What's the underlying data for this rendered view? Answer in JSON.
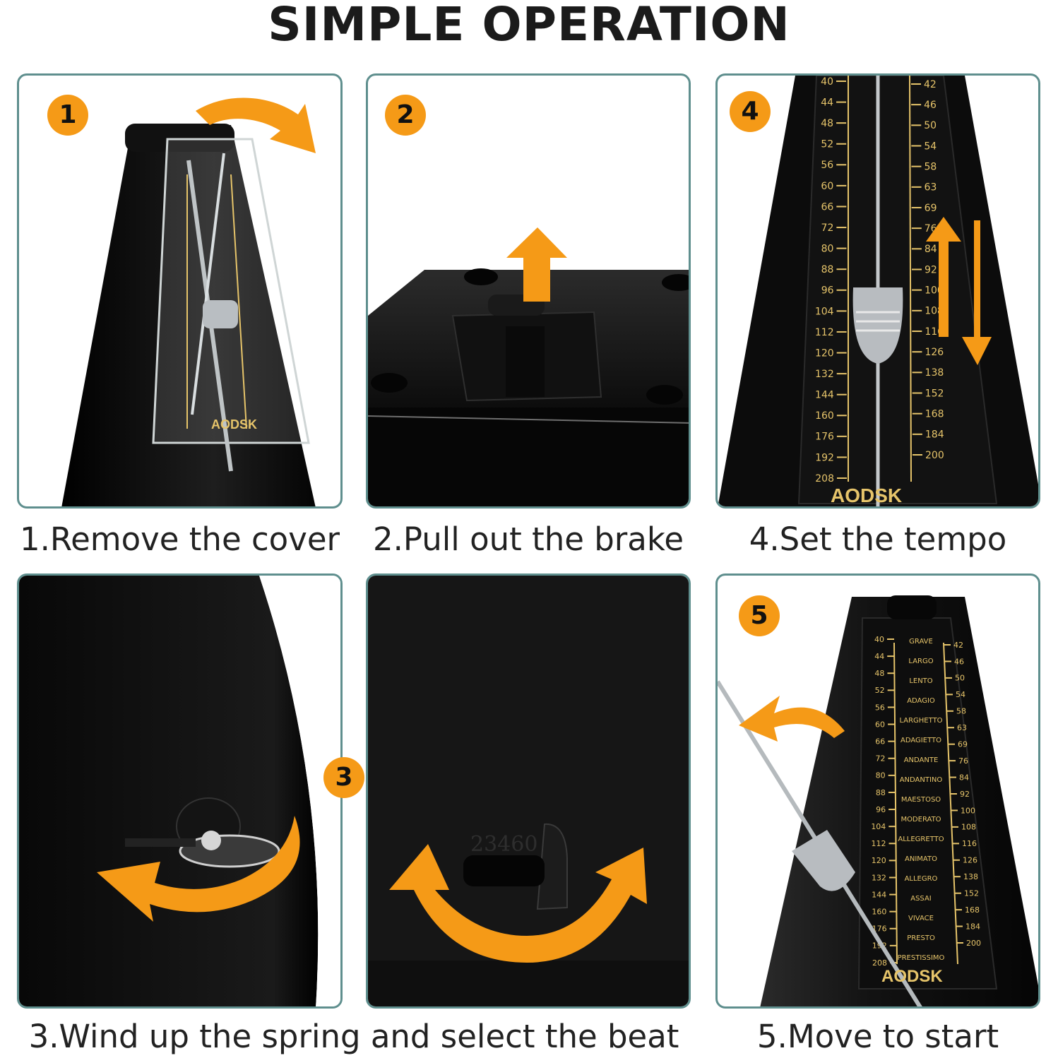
{
  "title": "SIMPLE OPERATION",
  "steps": {
    "s1": {
      "badge": "1",
      "caption": "1.Remove the cover"
    },
    "s2": {
      "badge": "2",
      "caption": "2.Pull out the brake"
    },
    "s3": {
      "badge": "3",
      "caption": "3.Wind up the spring and select the beat"
    },
    "s4": {
      "badge": "4",
      "caption": "4.Set the tempo"
    },
    "s5": {
      "badge": "5",
      "caption": "5.Move to start"
    }
  },
  "brand": "AODSK",
  "dial_mark": "23460",
  "scale": {
    "left_ticks": [
      "40",
      "44",
      "48",
      "52",
      "56",
      "60",
      "66",
      "72",
      "80",
      "88",
      "96",
      "104",
      "112",
      "120",
      "132",
      "144",
      "160",
      "176",
      "192",
      "208"
    ],
    "right_ticks": [
      "42",
      "46",
      "50",
      "54",
      "58",
      "63",
      "69",
      "76",
      "84",
      "92",
      "100",
      "108",
      "116",
      "126",
      "138",
      "152",
      "168",
      "184",
      "200"
    ],
    "tempo_terms": [
      "GRAVE",
      "LARGO",
      "LENTO",
      "ADAGIO",
      "LARGHETTO",
      "ADAGIETTO",
      "ANDANTE",
      "ANDANTINO",
      "MAESTOSO",
      "MODERATO",
      "ALLEGRETTO",
      "ANIMATO",
      "ALLEGRO",
      "ASSAI",
      "VIVACE",
      "PRESTO",
      "PRESTISSIMO"
    ]
  },
  "colors": {
    "accent": "#f59a17",
    "border": "#5f8f8e",
    "body": "#0d0d0d",
    "scale": "#e6c46a"
  },
  "icons": [
    "curved-arrow-icon",
    "up-arrow-icon",
    "double-arrow-icon",
    "curved-double-arrow-icon"
  ]
}
